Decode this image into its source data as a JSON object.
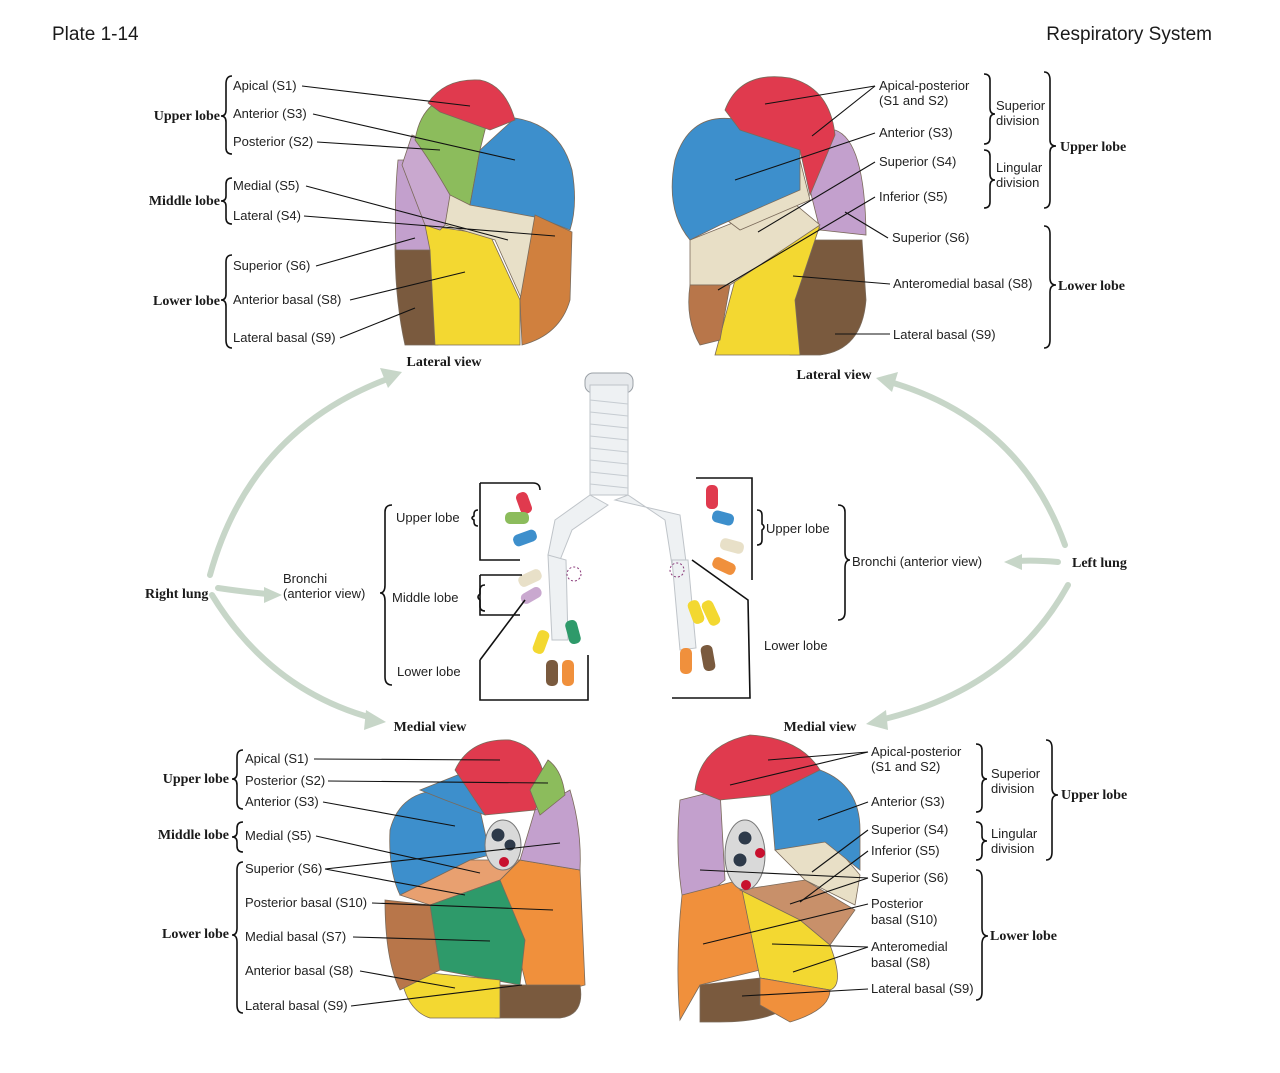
{
  "header": {
    "plate": "Plate 1-14",
    "section": "Respiratory System"
  },
  "colors": {
    "apical": "#e03a4e",
    "anterior": "#3d8fcc",
    "posterior": "#8cbc5c",
    "medial_mid": "#e8e0c8",
    "lateral_mid": "#c9a8cf",
    "superior6": "#c3a0cd",
    "anterior_basal": "#f3d831",
    "lateral_basal": "#7a5a3e",
    "posterior_basal": "#f0903c",
    "medial_basal": "#2e9a6a",
    "lingular_inferior": "#e8dfc6",
    "arrow": "#c7d6c8"
  },
  "labels": {
    "rl_lateral": {
      "apical": "Apical (S1)",
      "anterior": "Anterior (S3)",
      "posterior": "Posterior (S2)",
      "medial": "Medial (S5)",
      "lateral": "Lateral (S4)",
      "superior": "Superior (S6)",
      "anterior_basal": "Anterior basal (S8)",
      "lateral_basal": "Lateral basal (S9)",
      "upper_lobe": "Upper lobe",
      "middle_lobe": "Middle lobe",
      "lower_lobe": "Lower lobe",
      "view": "Lateral view"
    },
    "ll_lateral": {
      "apical_posterior_1": "Apical-posterior",
      "apical_posterior_2": "(S1 and S2)",
      "anterior": "Anterior (S3)",
      "superior4": "Superior (S4)",
      "inferior5": "Inferior (S5)",
      "superior6": "Superior (S6)",
      "anteromedial_basal": "Anteromedial basal (S8)",
      "lateral_basal": "Lateral basal (S9)",
      "superior_division_1": "Superior",
      "superior_division_2": "division",
      "lingular_division_1": "Lingular",
      "lingular_division_2": "division",
      "upper_lobe": "Upper lobe",
      "lower_lobe": "Lower lobe",
      "view": "Lateral view"
    },
    "bronchi": {
      "right_lung": "Right lung",
      "left_lung": "Left lung",
      "right_title_1": "Bronchi",
      "right_title_2": "(anterior view)",
      "left_title": "Bronchi (anterior view)",
      "r_upper": "Upper lobe",
      "r_middle": "Middle lobe",
      "r_lower": "Lower lobe",
      "l_upper": "Upper lobe",
      "l_lower": "Lower lobe"
    },
    "rl_medial": {
      "apical": "Apical (S1)",
      "posterior": "Posterior (S2)",
      "anterior": "Anterior (S3)",
      "medial": "Medial (S5)",
      "superior": "Superior (S6)",
      "posterior_basal": "Posterior basal (S10)",
      "medial_basal": "Medial basal (S7)",
      "anterior_basal": "Anterior basal (S8)",
      "lateral_basal": "Lateral basal (S9)",
      "upper_lobe": "Upper lobe",
      "middle_lobe": "Middle lobe",
      "lower_lobe": "Lower lobe",
      "view": "Medial view"
    },
    "ll_medial": {
      "apical_posterior_1": "Apical-posterior",
      "apical_posterior_2": "(S1 and S2)",
      "anterior": "Anterior (S3)",
      "superior4": "Superior (S4)",
      "inferior5": "Inferior (S5)",
      "superior6": "Superior (S6)",
      "posterior_basal_1": "Posterior",
      "posterior_basal_2": "basal (S10)",
      "anteromedial_1": "Anteromedial",
      "anteromedial_2": "basal (S8)",
      "lateral_basal": "Lateral basal (S9)",
      "superior_division_1": "Superior",
      "superior_division_2": "division",
      "lingular_division_1": "Lingular",
      "lingular_division_2": "division",
      "upper_lobe": "Upper lobe",
      "lower_lobe": "Lower lobe",
      "view": "Medial view"
    }
  }
}
